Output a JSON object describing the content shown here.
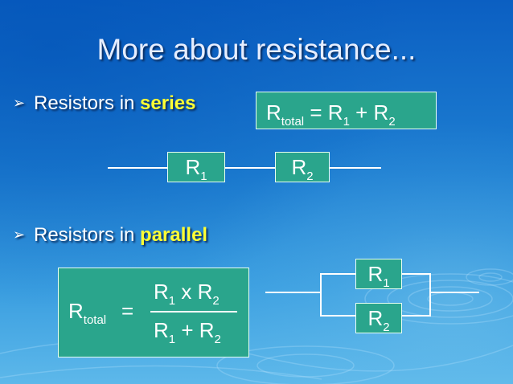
{
  "title": "More about resistance...",
  "series_section": {
    "bullet_prefix": "Resistors in ",
    "bullet_highlight": "series",
    "formula": {
      "lhs_symbol": "R",
      "lhs_subscript": "total",
      "equals": " = ",
      "r1_symbol": "R",
      "r1_subscript": "1",
      "plus": " + ",
      "r2_symbol": "R",
      "r2_subscript": "2"
    },
    "circuit": {
      "r1_symbol": "R",
      "r1_subscript": "1",
      "r2_symbol": "R",
      "r2_subscript": "2"
    }
  },
  "parallel_section": {
    "bullet_prefix": "Resistors in ",
    "bullet_highlight": "parallel",
    "formula": {
      "lhs_symbol": "R",
      "lhs_subscript": "total",
      "equals": "=",
      "num_r1_symbol": "R",
      "num_r1_subscript": "1",
      "times": " x ",
      "num_r2_symbol": "R",
      "num_r2_subscript": "2",
      "den_r1_symbol": "R",
      "den_r1_subscript": "1",
      "plus": " + ",
      "den_r2_symbol": "R",
      "den_r2_subscript": "2"
    },
    "circuit": {
      "r1_symbol": "R",
      "r1_subscript": "1",
      "r2_symbol": "R",
      "r2_subscript": "2"
    }
  },
  "colors": {
    "background": "#1e7fd2",
    "box_fill": "#2aa58c",
    "highlight": "#ffff33",
    "text": "#ffffff"
  },
  "icons": {
    "bullet": "arrowhead-bullet-icon"
  }
}
